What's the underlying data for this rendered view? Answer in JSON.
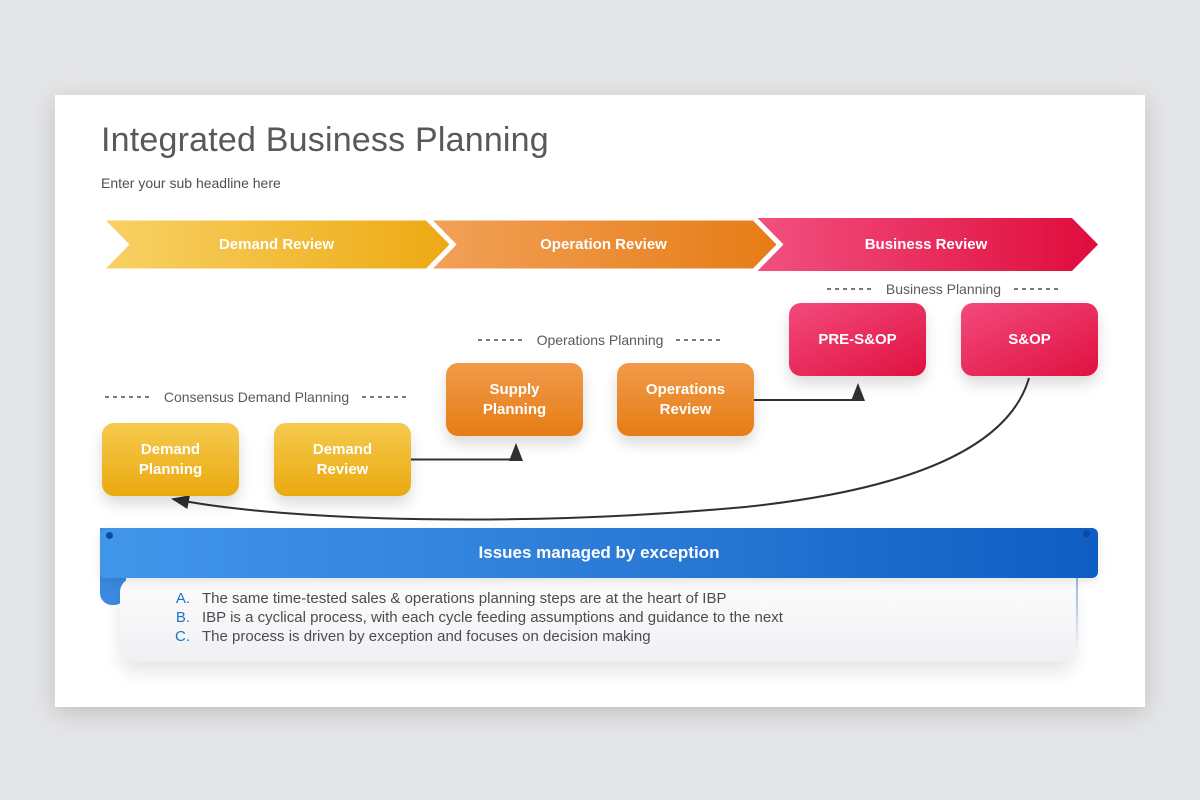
{
  "slide": {
    "title": "Integrated Business Planning",
    "subtitle": "Enter your sub headline here"
  },
  "chevrons": [
    {
      "label": "Demand Review",
      "color_from": "#f8d266",
      "color_to": "#eda912"
    },
    {
      "label": "Operation Review",
      "color_from": "#f2a159",
      "color_to": "#e67c15"
    },
    {
      "label": "Business Review",
      "color_from": "#f25181",
      "color_to": "#df0c3c"
    }
  ],
  "groups": [
    {
      "label": "Consensus Demand Planning",
      "boxes": [
        {
          "label": "Demand Planning"
        },
        {
          "label": "Demand Review"
        }
      ],
      "color": "#eeae1a"
    },
    {
      "label": "Operations Planning",
      "boxes": [
        {
          "label": "Supply Planning"
        },
        {
          "label": "Operations Review"
        }
      ],
      "color": "#e8821f"
    },
    {
      "label": "Business Planning",
      "boxes": [
        {
          "label": "PRE-S&OP"
        },
        {
          "label": "S&OP"
        }
      ],
      "color": "#e01240"
    }
  ],
  "ribbon": {
    "label": "Issues managed by exception",
    "color_from": "#4196ea",
    "color_to": "#0e5ec3"
  },
  "notes": {
    "items": [
      {
        "letter": "A.",
        "text": "The same time-tested sales & operations planning steps are at the heart of IBP"
      },
      {
        "letter": "B.",
        "text": "IBP is a cyclical process, with each cycle feeding assumptions and guidance to the next"
      },
      {
        "letter": "C.",
        "text": "The process is driven by exception and focuses on decision making"
      }
    ],
    "letter_color": "#1c74c8"
  }
}
